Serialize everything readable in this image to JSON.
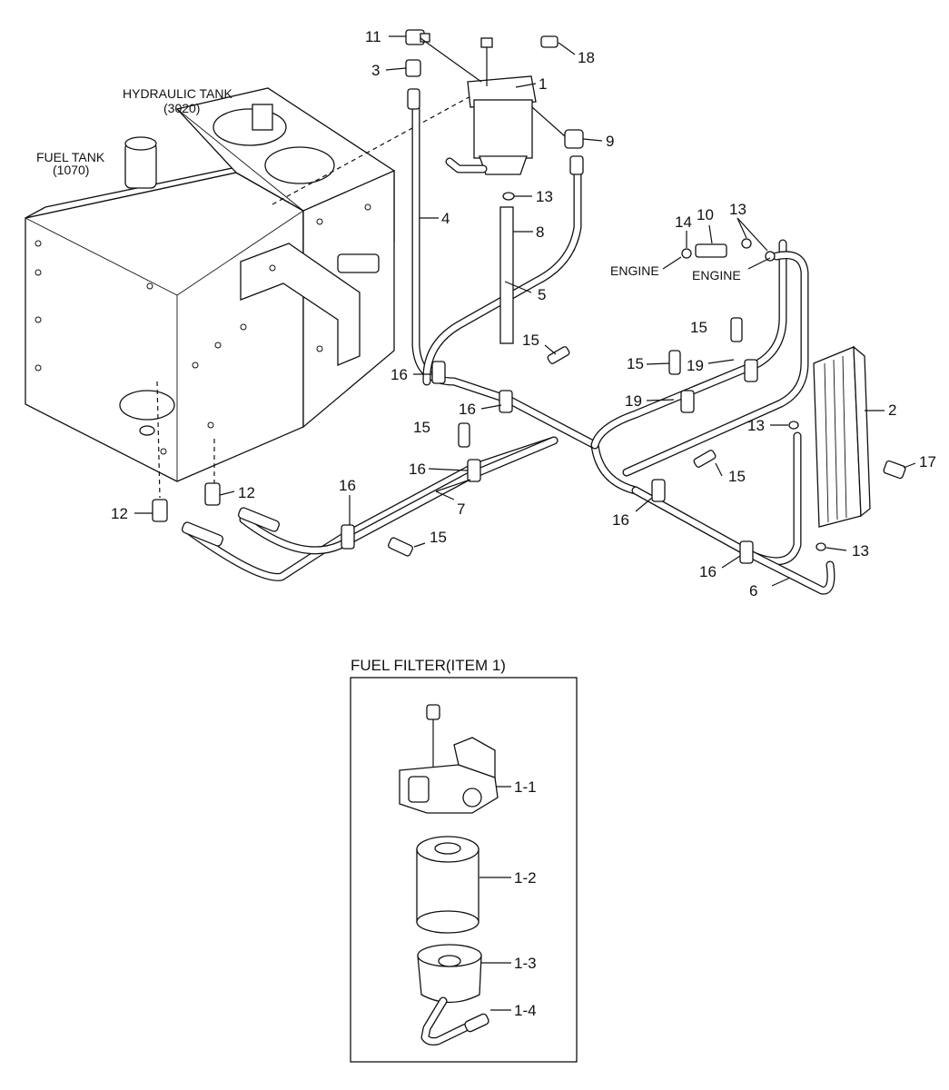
{
  "tanks": {
    "hydraulic_tank": "HYDRAULIC TANK",
    "hydraulic_tank_code": "(3020)",
    "fuel_tank": "FUEL TANK",
    "fuel_tank_code": "(1070)"
  },
  "engine_labels": [
    "ENGINE",
    "ENGINE"
  ],
  "callouts": {
    "c1": "1",
    "c2": "2",
    "c3": "3",
    "c4": "4",
    "c5": "5",
    "c6": "6",
    "c7": "7",
    "c8": "8",
    "c9": "9",
    "c10": "10",
    "c11": "11",
    "c12a": "12",
    "c12b": "12",
    "c13a": "13",
    "c13b": "13",
    "c13c": "13",
    "c13d": "13",
    "c14": "14",
    "c15a": "15",
    "c15b": "15",
    "c15c": "15",
    "c15d": "15",
    "c15e": "15",
    "c15f": "15",
    "c16a": "16",
    "c16b": "16",
    "c16c": "16",
    "c16d": "16",
    "c16e": "16",
    "c16f": "16",
    "c17": "17",
    "c18": "18",
    "c19a": "19",
    "c19b": "19"
  },
  "inset": {
    "title": "FUEL FILTER(ITEM 1)",
    "parts": [
      "1-1",
      "1-2",
      "1-3",
      "1-4"
    ]
  }
}
